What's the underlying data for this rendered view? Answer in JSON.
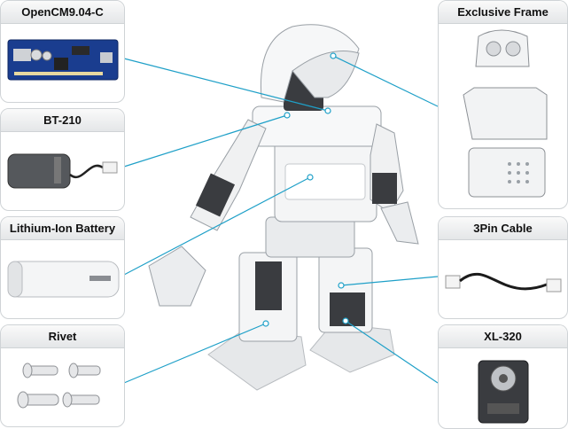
{
  "parts": {
    "opencm": "OpenCM9.04-C",
    "bt210": "BT-210",
    "battery": "Lithium-Ion Battery",
    "rivet": "Rivet",
    "frame": "Exclusive Frame",
    "cable": "3Pin Cable",
    "xl320": "XL-320"
  },
  "colors": {
    "leader": "#1fa0c8",
    "board": "#1a3d8f",
    "robot_white": "#f4f5f6",
    "robot_dark": "#3a3c40"
  }
}
